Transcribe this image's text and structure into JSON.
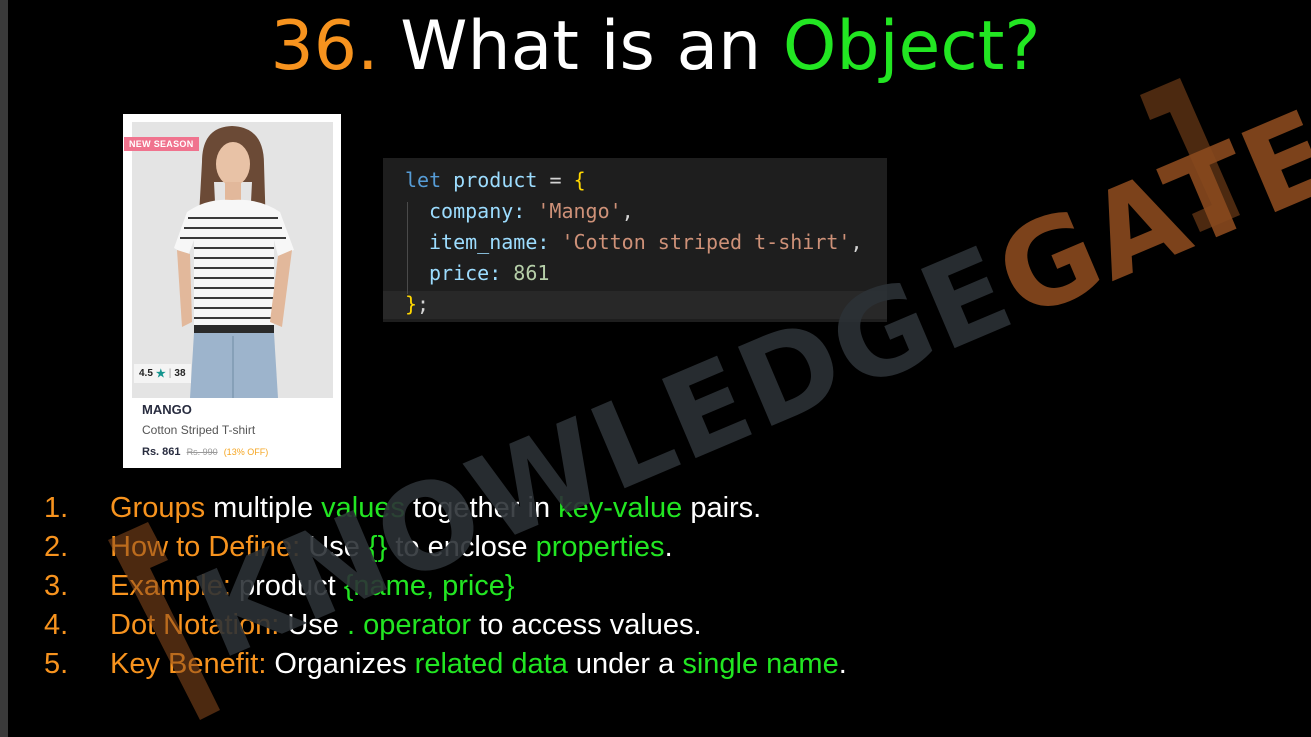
{
  "title": {
    "number": "36.",
    "text": "What is an",
    "highlight": "Object?"
  },
  "watermark": "KNOWLEDGEGATE",
  "product_card": {
    "badge": "NEW SEASON",
    "rating": "4.5",
    "rating_count": "38",
    "brand": "MANGO",
    "name": "Cotton Striped T-shirt",
    "price": "Rs. 861",
    "mrp": "Rs. 990",
    "discount": "(13% OFF)"
  },
  "code": {
    "line1": {
      "kw": "let",
      "var": "product",
      "op": "=",
      "brace": "{"
    },
    "line2": {
      "prop": "company:",
      "val": "'Mango'",
      "tail": ","
    },
    "line3": {
      "prop": "item_name:",
      "val": "'Cotton striped t-shirt'",
      "tail": ","
    },
    "line4": {
      "prop": "price:",
      "val": "861"
    },
    "line5": {
      "brace": "}",
      "tail": ";"
    }
  },
  "list": [
    {
      "num": "1.",
      "parts": [
        "Groups",
        " multiple ",
        "values",
        " together in ",
        "key-value",
        " pairs."
      ]
    },
    {
      "num": "2.",
      "parts": [
        "How to Define:",
        " Use ",
        "{}",
        " to enclose ",
        "properties",
        "."
      ]
    },
    {
      "num": "3.",
      "parts": [
        "Example:",
        " product ",
        "{name, price}"
      ]
    },
    {
      "num": "4.",
      "parts": [
        "Dot Notation:",
        " Use ",
        ". operator",
        " to access values."
      ]
    },
    {
      "num": "5.",
      "parts": [
        "Key Benefit:",
        " Organizes ",
        "related data",
        " under a ",
        "single name",
        "."
      ]
    }
  ],
  "colors": {
    "background": "#000000",
    "orange": "#f7931e",
    "green": "#22e622",
    "white": "#ffffff",
    "watermark_gray": "#2c3136",
    "watermark_orange": "#8a4a1e"
  }
}
